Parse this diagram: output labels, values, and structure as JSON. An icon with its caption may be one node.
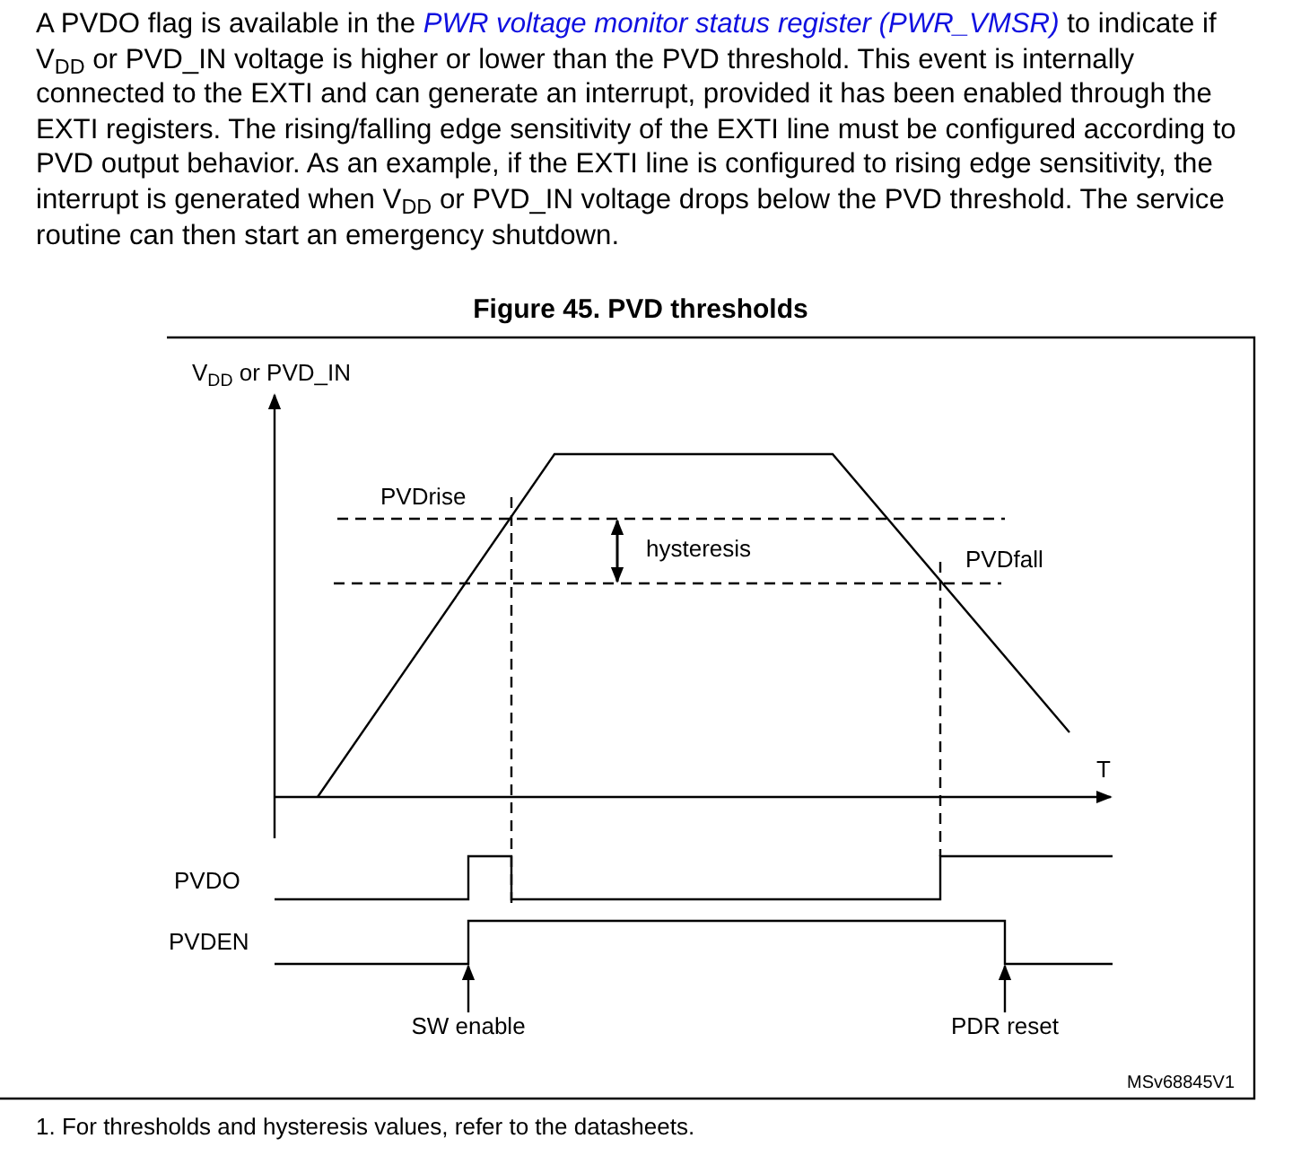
{
  "diagram": {
    "title": "Figure 45. PVD thresholds",
    "nodes": [
      {
        "text": [
          "SW enable"
        ]
      },
      {
        "text": [
          "PDR reset"
        ]
      }
    ],
    "edges": [
      {
        "from": 0,
        "to": null,
        "arrow": "to"
      },
      {
        "from": 1,
        "to": null,
        "arrow": "to"
      }
    ],
    "labels": [
      "A PVDO flag is available in the *PWR voltage monitor status register (PWR_VMSR)* to indicate if V$_{DD}$ or PVD_IN voltage is higher or lower than the PVD threshold. This event is internally connected to the EXTI and can generate an interrupt, provided it has been enabled through the EXTI registers. The rising/falling edge sensitivity of the EXTI line must be configured according to PVD output behavior. As an example, if the EXTI line is configured to rising edge sensitivity, the interrupt is generated when V$_{DD}$ or PVD_IN voltage drops below the PVD threshold. The service routine can then start an emergency shutdown.",
      "V$_{DD}$ or PVD_IN",
      "PVDrise",
      "hysteresis",
      "PVDfall",
      "T",
      "PVDO",
      "PVDEN",
      "MSv68845V1",
      "1. For thresholds and hysteresis values, refer to the datasheets."
    ]
  }
}
